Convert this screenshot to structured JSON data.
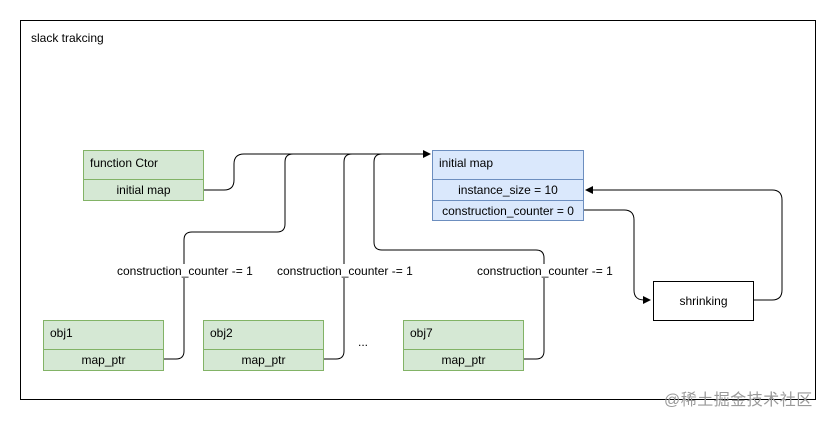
{
  "frame": {
    "title": "slack trakcing"
  },
  "ctor": {
    "title": "function Ctor",
    "field": "initial map"
  },
  "initial_map": {
    "title": "initial map",
    "field1": "instance_size = 10",
    "field2": "construction_counter = 0"
  },
  "shrinking": {
    "label": "shrinking"
  },
  "objects": [
    {
      "title": "obj1",
      "field": "map_ptr"
    },
    {
      "title": "obj2",
      "field": "map_ptr"
    },
    {
      "title": "obj7",
      "field": "map_ptr"
    }
  ],
  "edge_labels": [
    "construction_counter -= 1",
    "construction_counter -= 1",
    "construction_counter -= 1"
  ],
  "ellipsis": "...",
  "watermark": "@稀土掘金技术社区",
  "colors": {
    "green_fill": "#d5e8d4",
    "green_stroke": "#82b366",
    "blue_fill": "#dae8fc",
    "blue_stroke": "#6c8ebf"
  }
}
